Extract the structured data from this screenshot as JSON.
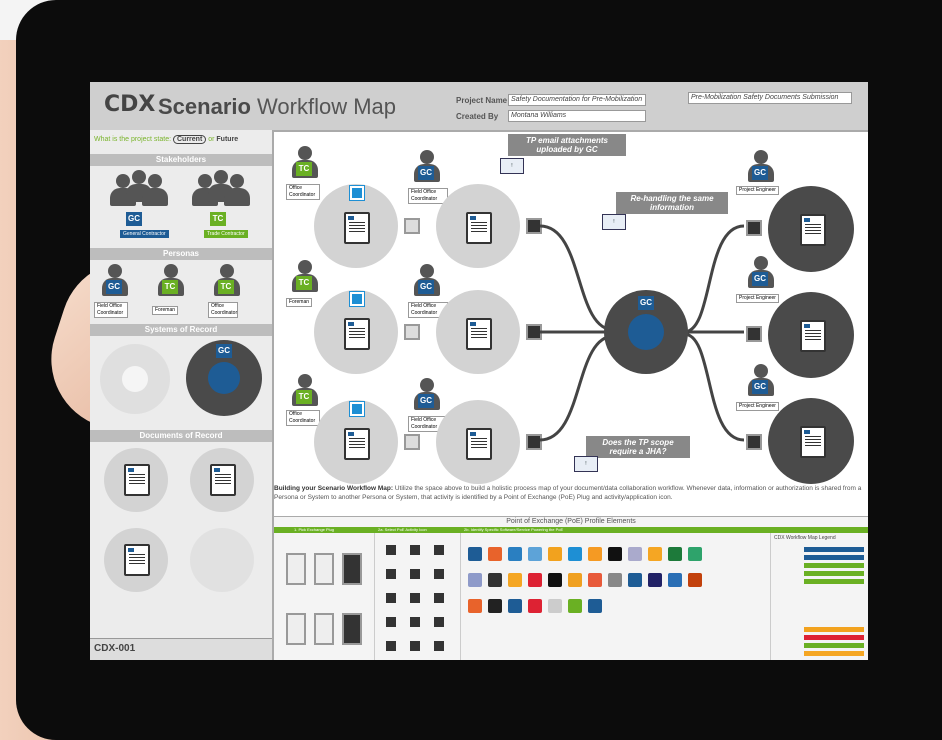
{
  "app": {
    "logo": "CDX",
    "title_bold": "Scenario",
    "title_rest": " Workflow Map",
    "project_name_label": "Project Name",
    "project_name_value": "Safety Documentation for Pre-Mobilization",
    "created_by_label": "Created By",
    "created_by_value": "Montana Williams",
    "scenario_title_value": "Pre-Mobilization Safety Documents Submission"
  },
  "sidebar": {
    "project_state_question": "What is the project state:",
    "state_current": "Current",
    "state_or": " or ",
    "state_future": "Future",
    "stakeholders_heading": "Stakeholders",
    "general_contractor": "General Contractor",
    "trade_contractor": "Trade Contractor",
    "personas_heading": "Personas",
    "persona_1": "Field Office Coordinator",
    "persona_2": "Foreman",
    "persona_3": "Office Coordinator",
    "systems_heading": "Systems of Record",
    "documents_heading": "Documents of Record",
    "footer_id": "CDX-001"
  },
  "badges": {
    "gc": "GC",
    "tc": "TC"
  },
  "canvas": {
    "callout_1": "TP email attachments uploaded by GC",
    "callout_2": "Re-handling the same information",
    "callout_3": "Does the TP scope require a JHA?",
    "role_office_coordinator": "Office Coordinator",
    "role_field_office_coordinator": "Field Office Coordinator",
    "role_foreman": "Foreman",
    "role_project_engineer": "Project Engineer"
  },
  "build_text": {
    "lead": "Building your Scenario Workflow Map:",
    "body": " Utilize the space above to build a holistic process map of your document/data collaboration workflow. Whenever data, information or authorization is shared from a Persona or System to another Persona or System, that activity is identified by a Point of Exchange (PoE) Plug and activity/application icon."
  },
  "poe": {
    "title": "Point of Exchange (PoE) Profile Elements",
    "col1": "1. Pick Exchange Plug",
    "col2": "2a. Select PoE Activity Icon",
    "col3": "2b. Identify Specific Software/Service Powering the PoE",
    "legend_title": "CDX Workflow Map Legend"
  },
  "colors": {
    "gc_blue": "#1e5c95",
    "tc_green": "#6ab023",
    "accent_blue": "#1e8fd4"
  }
}
